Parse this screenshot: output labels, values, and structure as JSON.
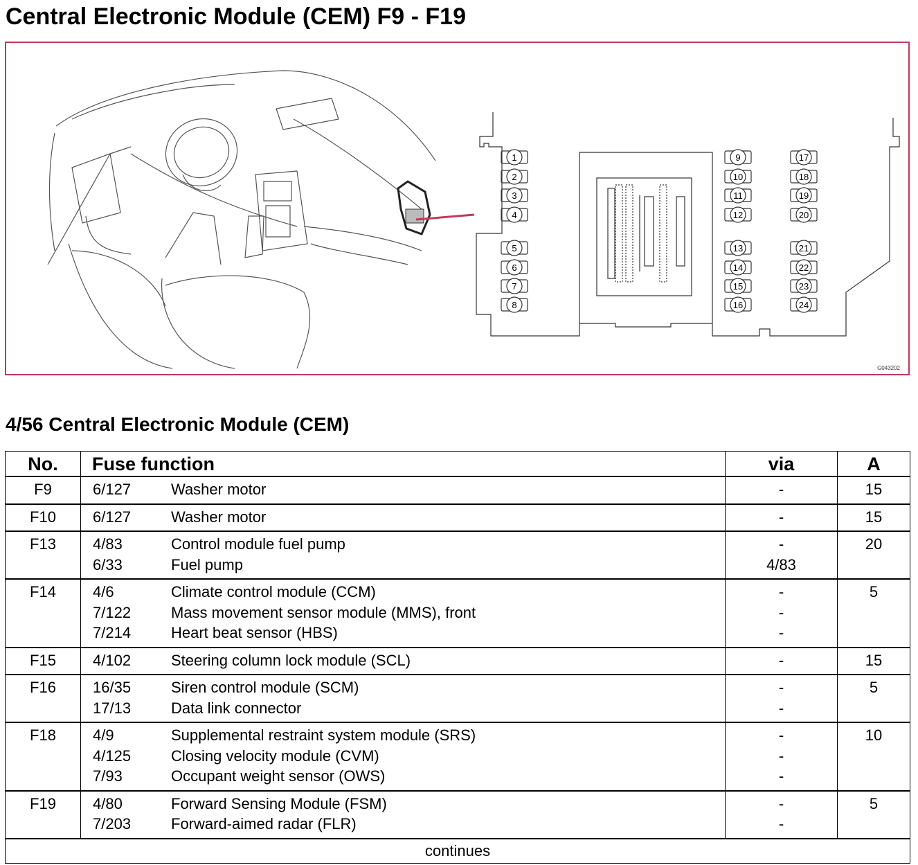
{
  "page": {
    "title": "Central Electronic Module (CEM) F9 - F19",
    "subtitle": "4/56 Central Electronic Module (CEM)",
    "figure_code": "G043202",
    "continues": "continues"
  },
  "accent_color": "#c0395a",
  "fuse_numbers": [
    "1",
    "2",
    "3",
    "4",
    "5",
    "6",
    "7",
    "8",
    "9",
    "10",
    "11",
    "12",
    "13",
    "14",
    "15",
    "16",
    "17",
    "18",
    "19",
    "20",
    "21",
    "22",
    "23",
    "24"
  ],
  "table": {
    "headers": {
      "no": "No.",
      "function": "Fuse function",
      "via": "via",
      "amp": "A"
    },
    "rows": [
      {
        "no": "F9",
        "amp": "15",
        "items": [
          {
            "code": "6/127",
            "func": "Washer motor",
            "via": "-"
          }
        ]
      },
      {
        "no": "F10",
        "amp": "15",
        "items": [
          {
            "code": "6/127",
            "func": "Washer motor",
            "via": "-"
          }
        ]
      },
      {
        "no": "F13",
        "amp": "20",
        "items": [
          {
            "code": "4/83",
            "func": "Control module fuel pump",
            "via": "-"
          },
          {
            "code": "6/33",
            "func": "Fuel pump",
            "via": "4/83"
          }
        ]
      },
      {
        "no": "F14",
        "amp": "5",
        "items": [
          {
            "code": "4/6",
            "func": "Climate control module (CCM)",
            "via": "-"
          },
          {
            "code": "7/122",
            "func": "Mass movement sensor module (MMS), front",
            "via": "-"
          },
          {
            "code": "7/214",
            "func": "Heart beat sensor (HBS)",
            "via": "-"
          }
        ]
      },
      {
        "no": "F15",
        "amp": "15",
        "items": [
          {
            "code": "4/102",
            "func": "Steering column lock module (SCL)",
            "via": "-"
          }
        ]
      },
      {
        "no": "F16",
        "amp": "5",
        "items": [
          {
            "code": "16/35",
            "func": "Siren control module (SCM)",
            "via": "-"
          },
          {
            "code": "17/13",
            "func": "Data link connector",
            "via": "-"
          }
        ]
      },
      {
        "no": "F18",
        "amp": "10",
        "items": [
          {
            "code": "4/9",
            "func": "Supplemental restraint system module (SRS)",
            "via": "-"
          },
          {
            "code": "4/125",
            "func": "Closing velocity module (CVM)",
            "via": "-"
          },
          {
            "code": "7/93",
            "func": "Occupant weight sensor (OWS)",
            "via": "-"
          }
        ]
      },
      {
        "no": "F19",
        "amp": "5",
        "items": [
          {
            "code": "4/80",
            "func": "Forward Sensing Module (FSM)",
            "via": "-"
          },
          {
            "code": "7/203",
            "func": "Forward-aimed radar (FLR)",
            "via": "-"
          }
        ]
      }
    ]
  }
}
